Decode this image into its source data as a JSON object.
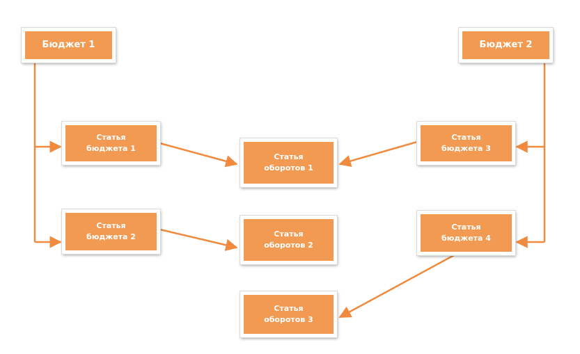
{
  "colors": {
    "node_fill": "#f39a52",
    "connector": "#f08a3e",
    "node_text": "#ffffff"
  },
  "nodes": {
    "budget1": "Бюджет 1",
    "budget2": "Бюджет 2",
    "item1": "Статья\nбюджета 1",
    "item2": "Статья\nбюджета 2",
    "item3": "Статья\nбюджета 3",
    "item4": "Статья\nбюджета 4",
    "turnover1": "Статья\nоборотов 1",
    "turnover2": "Статья\nоборотов 2",
    "turnover3": "Статья\nоборотов 3"
  },
  "edges": [
    {
      "from": "budget1",
      "to": "item1"
    },
    {
      "from": "budget1",
      "to": "item2"
    },
    {
      "from": "budget2",
      "to": "item3"
    },
    {
      "from": "budget2",
      "to": "item4"
    },
    {
      "from": "item1",
      "to": "turnover1"
    },
    {
      "from": "item2",
      "to": "turnover2"
    },
    {
      "from": "item3",
      "to": "turnover1"
    },
    {
      "from": "item4",
      "to": "turnover3"
    }
  ]
}
